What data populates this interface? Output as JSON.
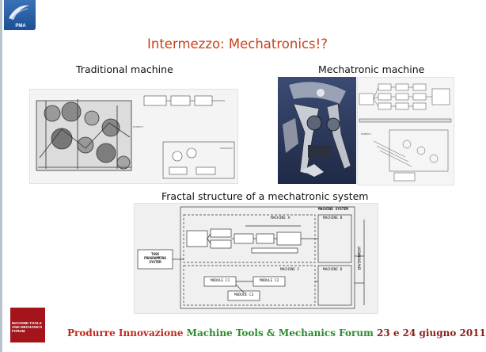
{
  "header": {
    "logo_text": "PMA"
  },
  "slide": {
    "title": "Intermezzo: Mechatronics!?",
    "label_traditional": "Traditional machine",
    "label_mechatronic": "Mechatronic machine",
    "label_fractal": "Fractal structure of a mechatronic system"
  },
  "fractal_diagram": {
    "system_title": "MACHINE SYSTEM",
    "machine_a": "MACHINE A",
    "machine_b": "MACHINE B",
    "machine_c": "MACHINE C",
    "machine_d": "MACHINE D",
    "task_programming": [
      "TASK",
      "PROGRAMMING",
      "SYSTEM"
    ],
    "module_c1": "MODULE C1",
    "module_c2": "MODULE C2",
    "module_c3": "MODULE C3",
    "environment": "ENVIRONMENT"
  },
  "footer": {
    "logo_text": "MACHINE TOOLS AND MECHANICS FORUM",
    "part1": "Produrre Innovazione",
    "part2": "Machine Tools & Mechanics Forum",
    "part3": "23 e 24 giugno 2011"
  },
  "colors": {
    "title": "#c7421a",
    "footer_red": "#c0281e",
    "footer_green": "#2c8a2e",
    "footer_date": "#8a1f1a",
    "logo_blue": "#1c4f94",
    "footer_logo": "#a3151a"
  }
}
